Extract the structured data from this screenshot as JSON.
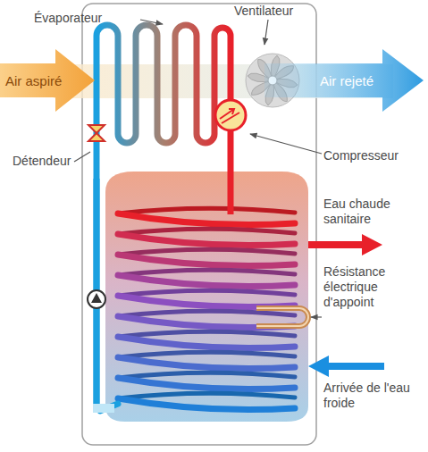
{
  "diagram": {
    "nodes": [
      {
        "text": [
          "Air aspiré"
        ]
      },
      {
        "text": [
          "Air rejeté"
        ]
      }
    ],
    "labels": [
      "Évaporateur",
      "Ventilateur",
      "Détendeur",
      "Compresseur",
      "Eau chaude sanitaire",
      "Résistance électrique d'appoint",
      "Arrivée de l'eau froide"
    ]
  }
}
